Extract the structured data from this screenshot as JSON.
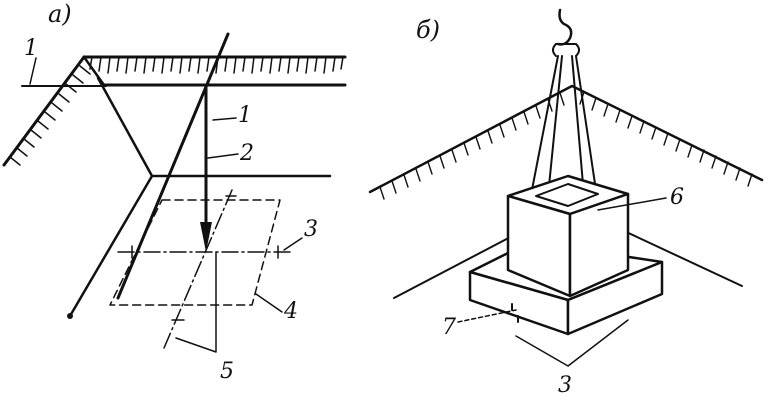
{
  "panels": {
    "a": {
      "label": "а)"
    },
    "b": {
      "label": "б)"
    }
  },
  "callouts": {
    "a_1_left": "1",
    "a_1_right": "1",
    "a_2": "2",
    "a_3": "3",
    "a_4": "4",
    "a_5": "5",
    "b_6": "6",
    "b_7": "7",
    "b_3": "3"
  }
}
